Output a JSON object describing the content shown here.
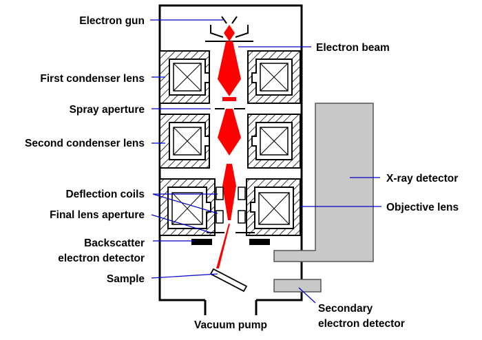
{
  "labels": {
    "electron_gun": "Electron gun",
    "electron_beam": "Electron beam",
    "first_condenser_lens": "First condenser lens",
    "spray_aperture": "Spray aperture",
    "second_condenser_lens": "Second condenser lens",
    "xray_detector": "X-ray detector",
    "deflection_coils": "Deflection coils",
    "objective_lens": "Objective lens",
    "final_lens_aperture": "Final lens aperture",
    "backscatter_line1": "Backscatter",
    "backscatter_line2": "electron detector",
    "sample": "Sample",
    "secondary_line1": "Secondary",
    "secondary_line2": "electron detector",
    "vacuum_pump": "Vacuum pump"
  },
  "colors": {
    "beam": "#ff0000",
    "leader": "#0000cc",
    "detector_fill": "#c8c8c8",
    "outline": "#000000"
  }
}
